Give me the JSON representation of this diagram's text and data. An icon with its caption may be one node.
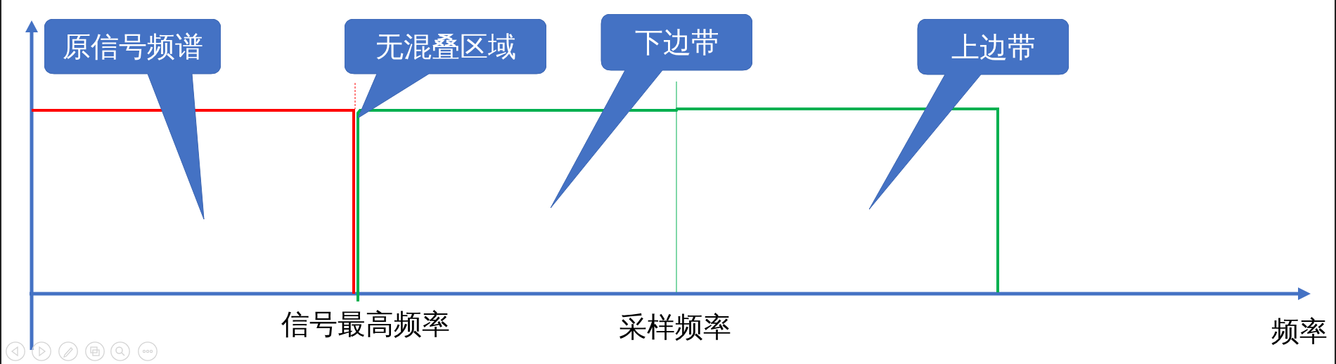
{
  "diagram": {
    "nodes": [
      {
        "text": [
          "原信号频谱"
        ]
      },
      {
        "text": [
          "无混叠区域"
        ]
      },
      {
        "text": [
          "下边带"
        ]
      },
      {
        "text": [
          "上边带"
        ]
      }
    ],
    "labels": [
      "信号最高频率",
      "采样频率",
      "频率"
    ]
  }
}
